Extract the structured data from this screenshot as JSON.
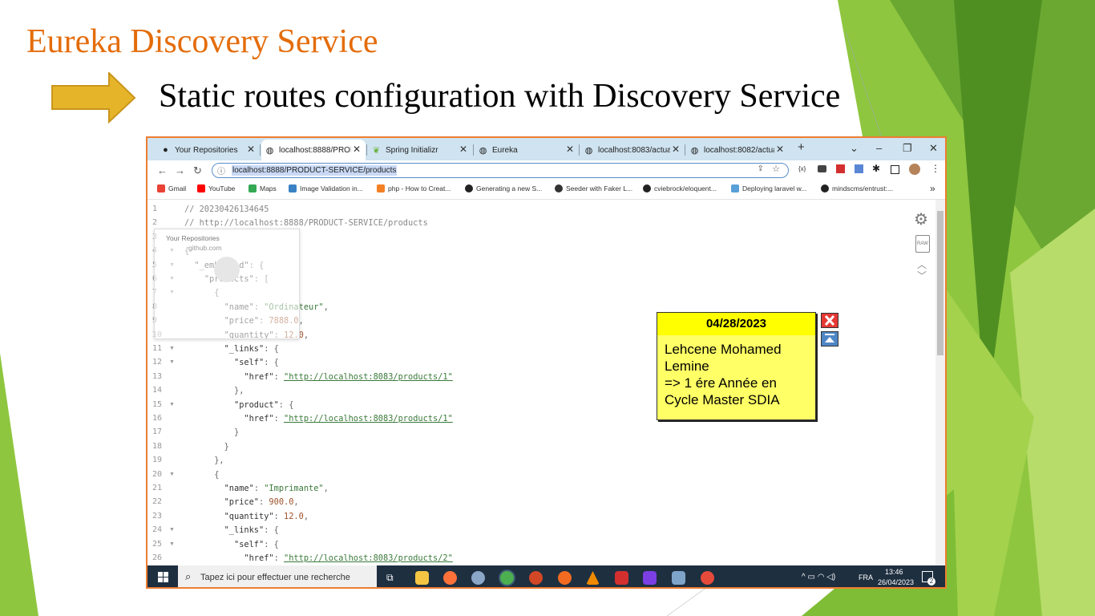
{
  "slide": {
    "title": "Eureka Discovery Service",
    "subtitle": "Static routes configuration with Discovery Service"
  },
  "browser": {
    "tabs": [
      {
        "label": "Your Repositories",
        "icon": "github-icon",
        "active": false
      },
      {
        "label": "localhost:8888/PROD",
        "icon": "globe-icon",
        "active": true
      },
      {
        "label": "Spring Initializr",
        "icon": "spring-icon",
        "active": false
      },
      {
        "label": "Eureka",
        "icon": "globe-icon",
        "active": false
      },
      {
        "label": "localhost:8083/actuat",
        "icon": "globe-icon",
        "active": false
      },
      {
        "label": "localhost:8082/actuat",
        "icon": "globe-icon",
        "active": false
      }
    ],
    "tab_close": "✕",
    "new_tab": "+",
    "window_controls": {
      "chevron": "⌄",
      "minimize": "–",
      "restore": "❐",
      "close": "✕"
    },
    "address": "localhost:8888/PRODUCT-SERVICE/products",
    "bookmarks": [
      {
        "label": "Gmail",
        "icon": "gmail-icon"
      },
      {
        "label": "YouTube",
        "icon": "youtube-icon"
      },
      {
        "label": "Maps",
        "icon": "maps-icon"
      },
      {
        "label": "Image Validation in...",
        "icon": "ns-icon"
      },
      {
        "label": "php - How to Creat...",
        "icon": "stackoverflow-icon"
      },
      {
        "label": "Generating a new S...",
        "icon": "github-icon"
      },
      {
        "label": "Seeder with Faker L...",
        "icon": "laracasts-icon"
      },
      {
        "label": "cviebrock/eloquent...",
        "icon": "github-icon"
      },
      {
        "label": "Deploying laravel w...",
        "icon": "send-icon"
      },
      {
        "label": "mindscms/entrust:...",
        "icon": "github-icon"
      }
    ],
    "bookmarks_more": "»",
    "tooltip": {
      "title": "Your Repositories",
      "subtitle": "github.com"
    },
    "json_lines": [
      {
        "n": "1",
        "text": "// 20230426134645"
      },
      {
        "n": "2",
        "text": "// http://localhost:8888/PRODUCT-SERVICE/products"
      },
      {
        "n": "3",
        "text": ""
      },
      {
        "n": "4",
        "text": "{"
      },
      {
        "n": "5",
        "text": "  \"_embedded\": {"
      },
      {
        "n": "6",
        "text": "    \"products\": ["
      },
      {
        "n": "7",
        "text": "      {"
      },
      {
        "n": "8",
        "text": "        \"name\": \"Ordinateur\","
      },
      {
        "n": "9",
        "text": "        \"price\": 7888.0,"
      },
      {
        "n": "10",
        "text": "        \"quantity\": 12.0,"
      },
      {
        "n": "11",
        "text": "        \"_links\": {"
      },
      {
        "n": "12",
        "text": "          \"self\": {"
      },
      {
        "n": "13",
        "text": "            \"href\": \"http://localhost:8083/products/1\""
      },
      {
        "n": "14",
        "text": "          },"
      },
      {
        "n": "15",
        "text": "          \"product\": {"
      },
      {
        "n": "16",
        "text": "            \"href\": \"http://localhost:8083/products/1\""
      },
      {
        "n": "17",
        "text": "          }"
      },
      {
        "n": "18",
        "text": "        }"
      },
      {
        "n": "19",
        "text": "      },"
      },
      {
        "n": "20",
        "text": "      {"
      },
      {
        "n": "21",
        "text": "        \"name\": \"Imprimante\","
      },
      {
        "n": "22",
        "text": "        \"price\": 900.0,"
      },
      {
        "n": "23",
        "text": "        \"quantity\": 12.0,"
      },
      {
        "n": "24",
        "text": "        \"_links\": {"
      },
      {
        "n": "25",
        "text": "          \"self\": {"
      },
      {
        "n": "26",
        "text": "            \"href\": \"http://localhost:8083/products/2\""
      }
    ],
    "folded_lines": [
      "4",
      "5",
      "6",
      "7",
      "11",
      "12",
      "15",
      "20",
      "24",
      "25"
    ],
    "raw_label": "RAW"
  },
  "taskbar": {
    "search_placeholder": "Tapez ici pour effectuer une recherche",
    "language": "FRA",
    "time": "13:46",
    "date": "26/04/2023",
    "notifications": "2",
    "tray_icons": "^ ▭ ◠ ◁)"
  },
  "note": {
    "date": "04/28/2023",
    "lines": [
      "Lehcene Mohamed",
      "Lemine",
      "=> 1 ére Année en",
      "Cycle Master SDIA"
    ]
  },
  "colors": {
    "title": "#e46c0a",
    "frame": "#ed7d31",
    "note_bg": "#ffff66",
    "note_header": "#ffff00",
    "green_dark": "#4f8f22",
    "green_light": "#8fc63f"
  }
}
